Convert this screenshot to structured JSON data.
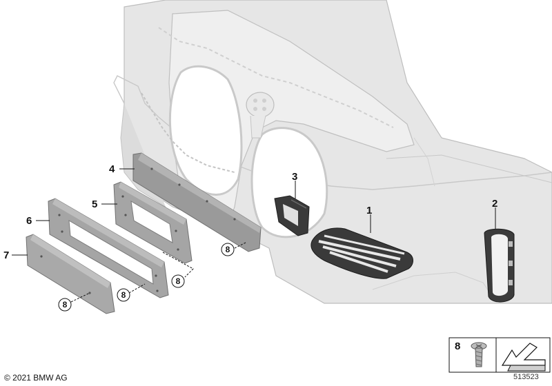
{
  "callouts": {
    "c1": "1",
    "c2": "2",
    "c3": "3",
    "c4": "4",
    "c5": "5",
    "c6": "6",
    "c7": "7"
  },
  "circled": {
    "n8": "8"
  },
  "legend": {
    "item_number": "8"
  },
  "footer": {
    "copyright": "© 2021 BMW AG",
    "image_number": "513523"
  },
  "colors": {
    "bumper": "#e3e3e3",
    "bumper_edge": "#b9b9b9",
    "plate_holder": "#9c9c9c",
    "grille_dark": "#3a3a3a",
    "line": "#111111"
  }
}
